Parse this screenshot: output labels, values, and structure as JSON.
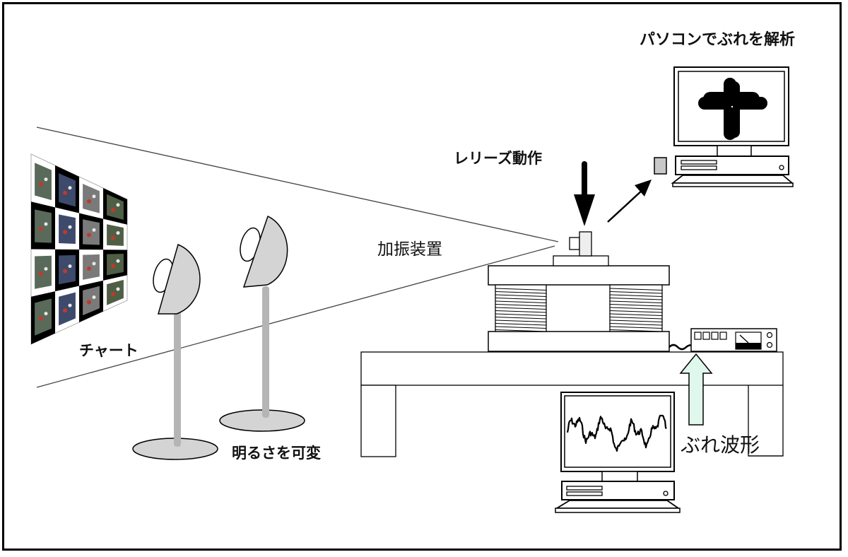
{
  "diagram": {
    "title": "",
    "labels": {
      "pc_analysis": "パソコンでぶれを解析",
      "release_action": "レリーズ動作",
      "shaker": "加振装置",
      "chart": "チャート",
      "variable_brightness": "明るさを可変",
      "shake_waveform": "ぶれ波形"
    },
    "components": [
      {
        "id": "chart",
        "name": "Test chart (checkerboard of photos)"
      },
      {
        "id": "lamp-1",
        "name": "Light stand (front)"
      },
      {
        "id": "lamp-2",
        "name": "Light stand (rear)"
      },
      {
        "id": "camera",
        "name": "Camera on shaker"
      },
      {
        "id": "shaker",
        "name": "Vibration platform with springs"
      },
      {
        "id": "table",
        "name": "Table"
      },
      {
        "id": "controller",
        "name": "Signal controller with meter"
      },
      {
        "id": "pc-analysis",
        "name": "Analysis PC (shows blurred cross)"
      },
      {
        "id": "pc-waveform",
        "name": "Waveform PC (shows shake waveform)"
      }
    ],
    "colors": {
      "line": "#000000",
      "lamp_fill": "#d4d4d4",
      "stand": "#b5b5b5",
      "waveform_arrow_fill": "#dff7ec",
      "sd_card": "#c8c8c8"
    }
  }
}
